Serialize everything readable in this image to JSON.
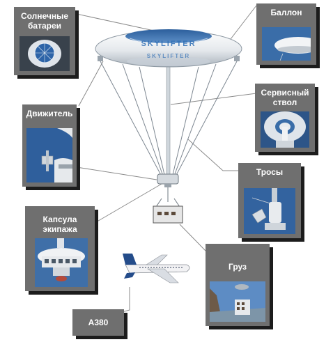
{
  "labels": {
    "solar": "Солнечные батареи",
    "balloon": "Баллон",
    "thruster": "Движитель",
    "service": "Сервисный ствол",
    "tethers": "Тросы",
    "capsule": "Капсула экипажа",
    "cargo": "Груз",
    "a380": "A380"
  },
  "airship": {
    "brand_top": "SKYLIFTER",
    "brand_side": "SKYLIFTER"
  },
  "colors": {
    "card_bg": "#6f6f6f",
    "card_shadow": "#1c1c1c",
    "leader_line": "#8a8a8a",
    "sky_blue": "#3a6da8",
    "hull": "#e9ecef"
  }
}
